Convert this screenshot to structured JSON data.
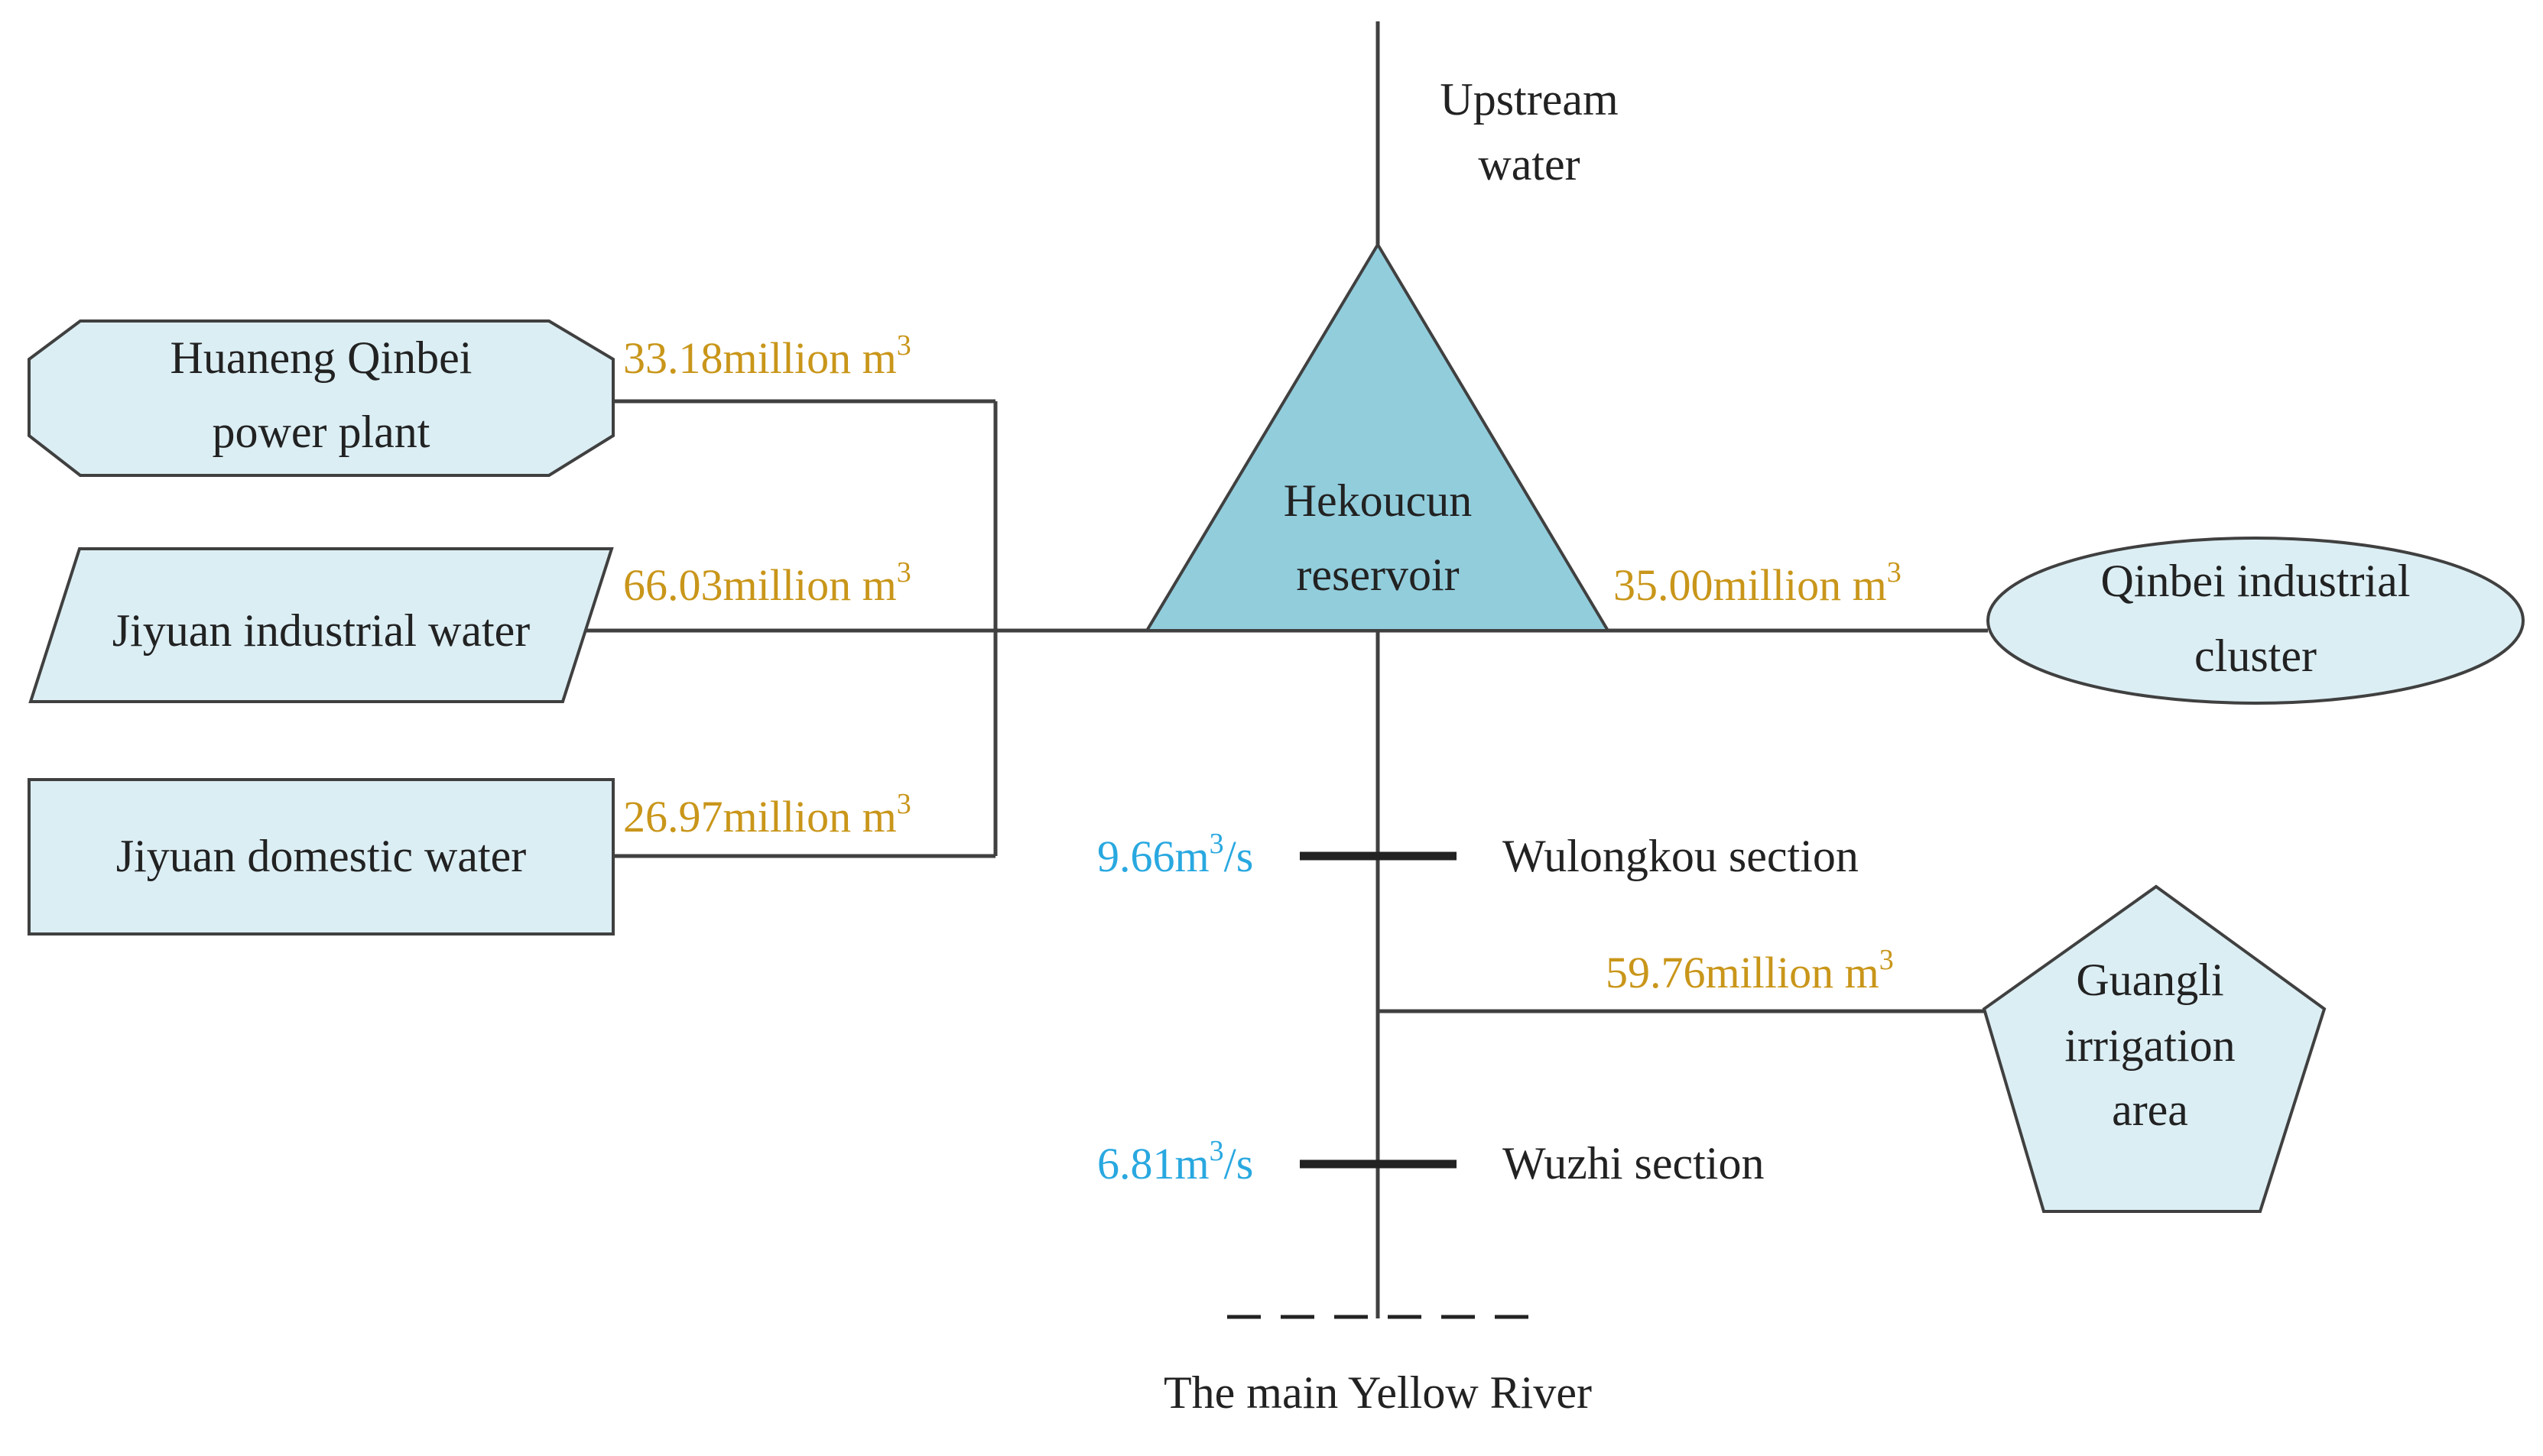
{
  "colors": {
    "node_fill": "#dbeef4",
    "reservoir_fill": "#92cddc",
    "line": "#404040",
    "volume_text": "#c9961a",
    "discharge_text": "#29a8e0"
  },
  "nodes": {
    "upstream": {
      "line1": "Upstream",
      "line2": "water"
    },
    "reservoir": {
      "line1": "Hekoucun",
      "line2": "reservoir"
    },
    "huaneng": {
      "line1": "Huaneng Qinbei",
      "line2": "power plant"
    },
    "jiyuan_industrial": {
      "label": "Jiyuan industrial water"
    },
    "jiyuan_domestic": {
      "label": "Jiyuan domestic water"
    },
    "qinbei": {
      "line1": "Qinbei industrial",
      "line2": "cluster"
    },
    "guangli": {
      "line1": "Guangli",
      "line2": "irrigation",
      "line3": "area"
    },
    "wulongkou": {
      "label": "Wulongkou section"
    },
    "wuzhi": {
      "label": "Wuzhi section"
    },
    "yellow_river": {
      "label": "The main Yellow River"
    }
  },
  "flows": {
    "huaneng": {
      "value": "33.18million m",
      "sup": "3"
    },
    "jiyuan_industrial": {
      "value": "66.03million m",
      "sup": "3"
    },
    "jiyuan_domestic": {
      "value": "26.97million m",
      "sup": "3"
    },
    "qinbei": {
      "value": "35.00million m",
      "sup": "3"
    },
    "guangli": {
      "value": "59.76million m",
      "sup": "3"
    },
    "wulongkou": {
      "value": "9.66m",
      "sup": "3",
      "unit": "/s"
    },
    "wuzhi": {
      "value": "6.81m",
      "sup": "3",
      "unit": "/s"
    }
  }
}
